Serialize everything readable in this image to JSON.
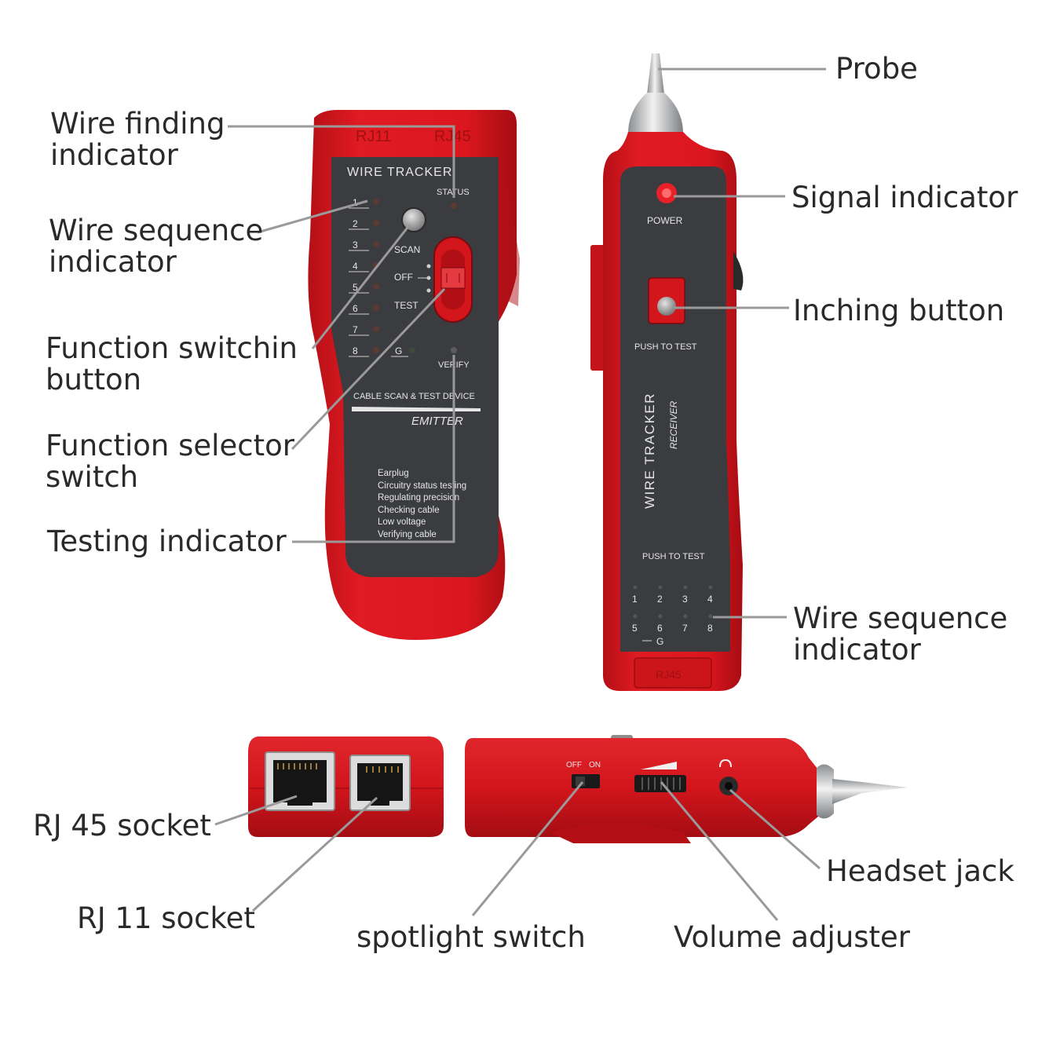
{
  "callouts": {
    "wire_finding": "Wire finding\nindicator",
    "wire_sequence_left": "Wire sequence\nindicator",
    "function_switching": "Function switching\nbutton",
    "function_selector": "Function selector\nswitch",
    "testing_indicator": "Testing indicator",
    "probe": "Probe",
    "signal_indicator": "Signal indicator",
    "inching_button": "Inching button",
    "wire_sequence_right": "Wire sequence\nindicator",
    "rj45_socket": "RJ 45 socket",
    "rj11_socket": "RJ 11 socket",
    "spotlight_switch": "spotlight switch",
    "volume_adjuster": "Volume adjuster",
    "headset_jack": "Headset jack"
  },
  "emitter": {
    "top_left": "RJ11",
    "top_right": "RJ45",
    "title": "WIRE TRACKER",
    "status": "STATUS",
    "leds": [
      "1",
      "2",
      "3",
      "4",
      "5",
      "6",
      "7",
      "8"
    ],
    "scan": "SCAN",
    "off": "OFF",
    "test": "TEST",
    "ground": "G",
    "verify": "VERIFY",
    "device_label": "CABLE SCAN & TEST DEVICE",
    "model": "EMITTER",
    "features": [
      "Earplug",
      "Circuitry status testing",
      "Regulating precision",
      "Checking cable",
      "Low voltage",
      "Verifying cable"
    ]
  },
  "receiver": {
    "power": "POWER",
    "push_to_test_top": "PUSH TO TEST",
    "title": "WIRE TRACKER",
    "subtitle": "RECEIVER",
    "push_to_test_bottom": "PUSH TO TEST",
    "leds_top": [
      "1",
      "2",
      "3",
      "4"
    ],
    "leds_bottom": [
      "5",
      "6",
      "7",
      "8"
    ],
    "ground": "G",
    "bottom_label": "RJ45"
  },
  "side_view": {
    "off": "OFF",
    "on": "ON"
  },
  "colors": {
    "device_red": "#d8121b",
    "device_dark_red": "#a80d14",
    "panel": "#3a3b3e",
    "leader": "#9a9a9a"
  }
}
